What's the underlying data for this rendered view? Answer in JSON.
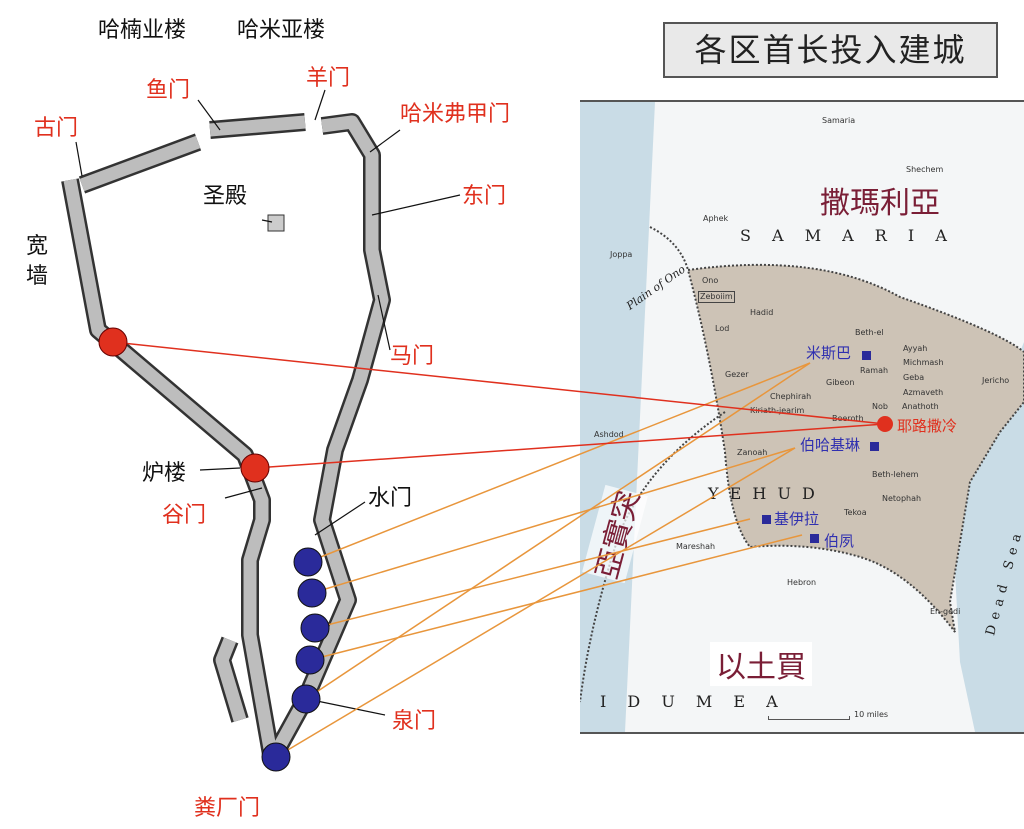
{
  "title": "各区首长投入建城",
  "wall_labels": {
    "hananel_tower": "哈楠业楼",
    "meah_tower": "哈米亚楼",
    "fish_gate": "鱼门",
    "sheep_gate": "羊门",
    "old_gate": "古门",
    "muster_gate": "哈米弗甲门",
    "temple": "圣殿",
    "east_gate": "东门",
    "broad_wall": "宽墙",
    "horse_gate": "马门",
    "furnace_tower": "炉楼",
    "valley_gate": "谷门",
    "water_gate": "水门",
    "fountain_gate": "泉门",
    "dung_gate": "粪厂门"
  },
  "map": {
    "regions_cn": {
      "samaria": "撒瑪利亞",
      "ashdod": "亞實突",
      "idumea": "以土買"
    },
    "regions_en": {
      "samaria": "S A M A R I A",
      "yehud": "Y E H U D",
      "idumea": "I D U M E A",
      "dead_sea": "Dead Sea",
      "plain": "Plain of Ono"
    },
    "cities_cn": {
      "mizpah": "米斯巴",
      "jerusalem": "耶路撒冷",
      "beth_haccherem": "伯哈基琳",
      "keilah": "基伊拉",
      "beth_zur": "伯夙"
    },
    "places": [
      "Samaria",
      "Shechem",
      "Aphek",
      "Joppa",
      "Ono",
      "Zeboiim",
      "Hadid",
      "Lod",
      "Beth-el",
      "Ayyah",
      "Michmash",
      "Ramah",
      "Gibeon",
      "Geba",
      "Gezer",
      "Chephirah",
      "Azmaveth",
      "Jericho",
      "Kiriath-jearim",
      "Beeroth",
      "Nob",
      "Anathoth",
      "Ashdod",
      "Zanoah",
      "Beth-lehem",
      "Netophah",
      "Tekoa",
      "Mareshah",
      "Hebron",
      "En-gedi"
    ],
    "scale": "10 miles"
  },
  "colors": {
    "red": "#e0301e",
    "blue": "#2a2a9a",
    "orange": "#e8963c",
    "yehud": "#cdc3b6"
  }
}
